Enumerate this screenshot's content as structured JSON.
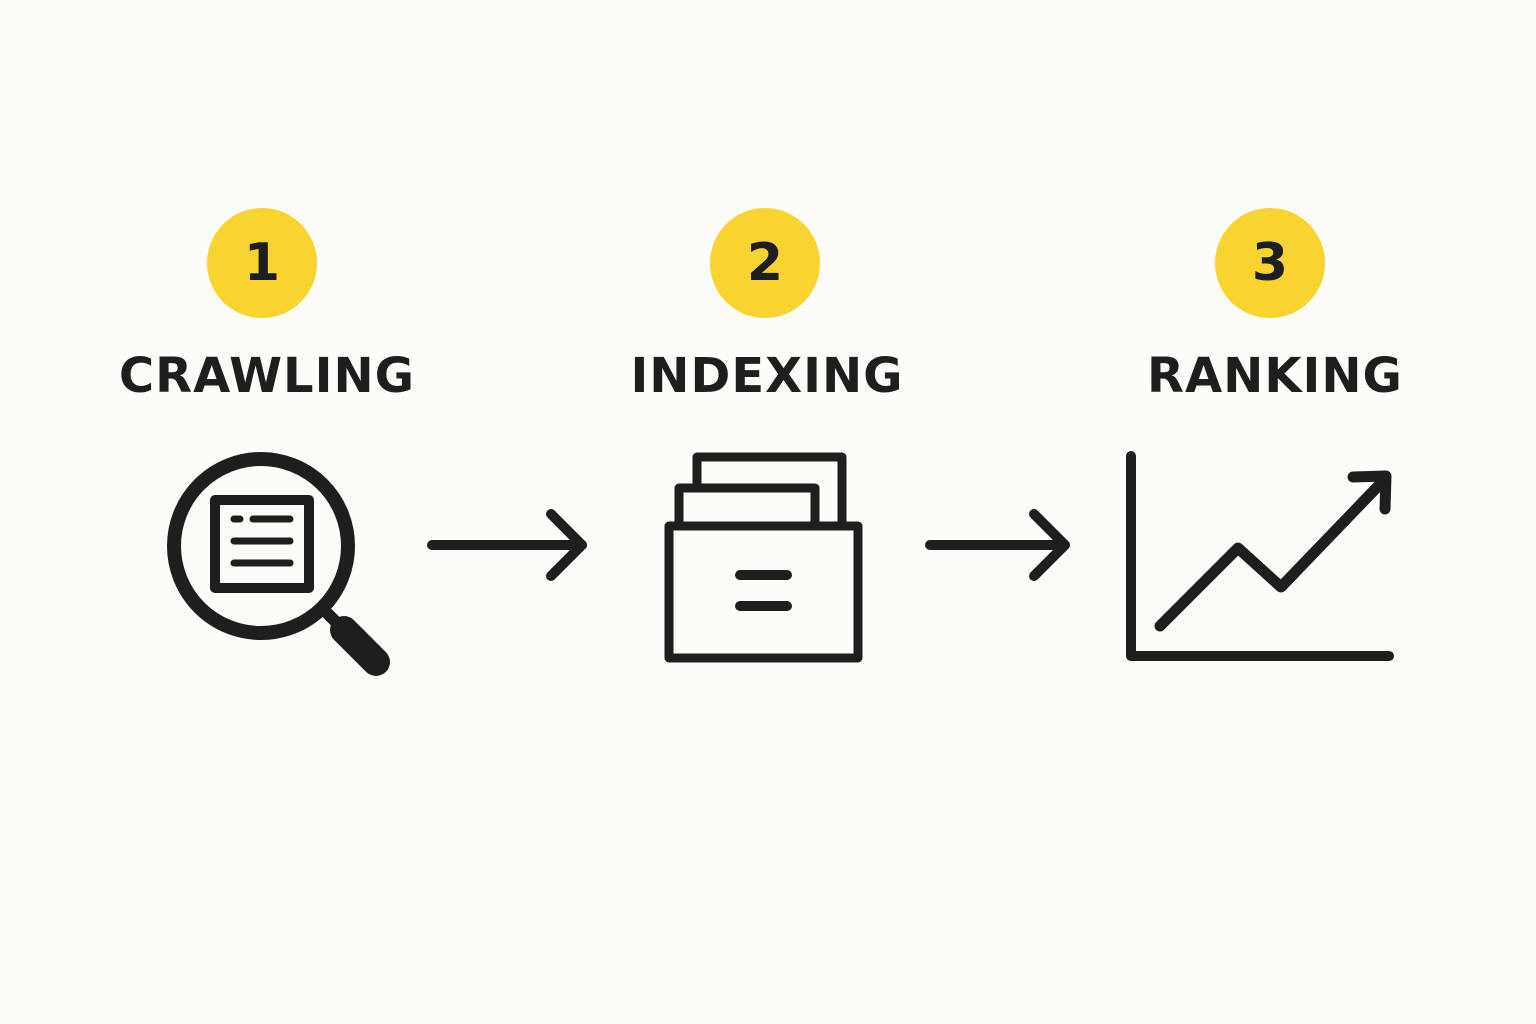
{
  "steps": [
    {
      "number": "1",
      "label": "CRAWLING",
      "icon": "magnifying-glass-document-icon"
    },
    {
      "number": "2",
      "label": "INDEXING",
      "icon": "file-archive-box-icon"
    },
    {
      "number": "3",
      "label": "RANKING",
      "icon": "rising-line-chart-icon"
    }
  ],
  "connectors": [
    "right-arrow-icon",
    "right-arrow-icon"
  ],
  "colors": {
    "background": "#fdfcf8",
    "badge": "#f9d32f",
    "ink": "#1e1e1e"
  }
}
